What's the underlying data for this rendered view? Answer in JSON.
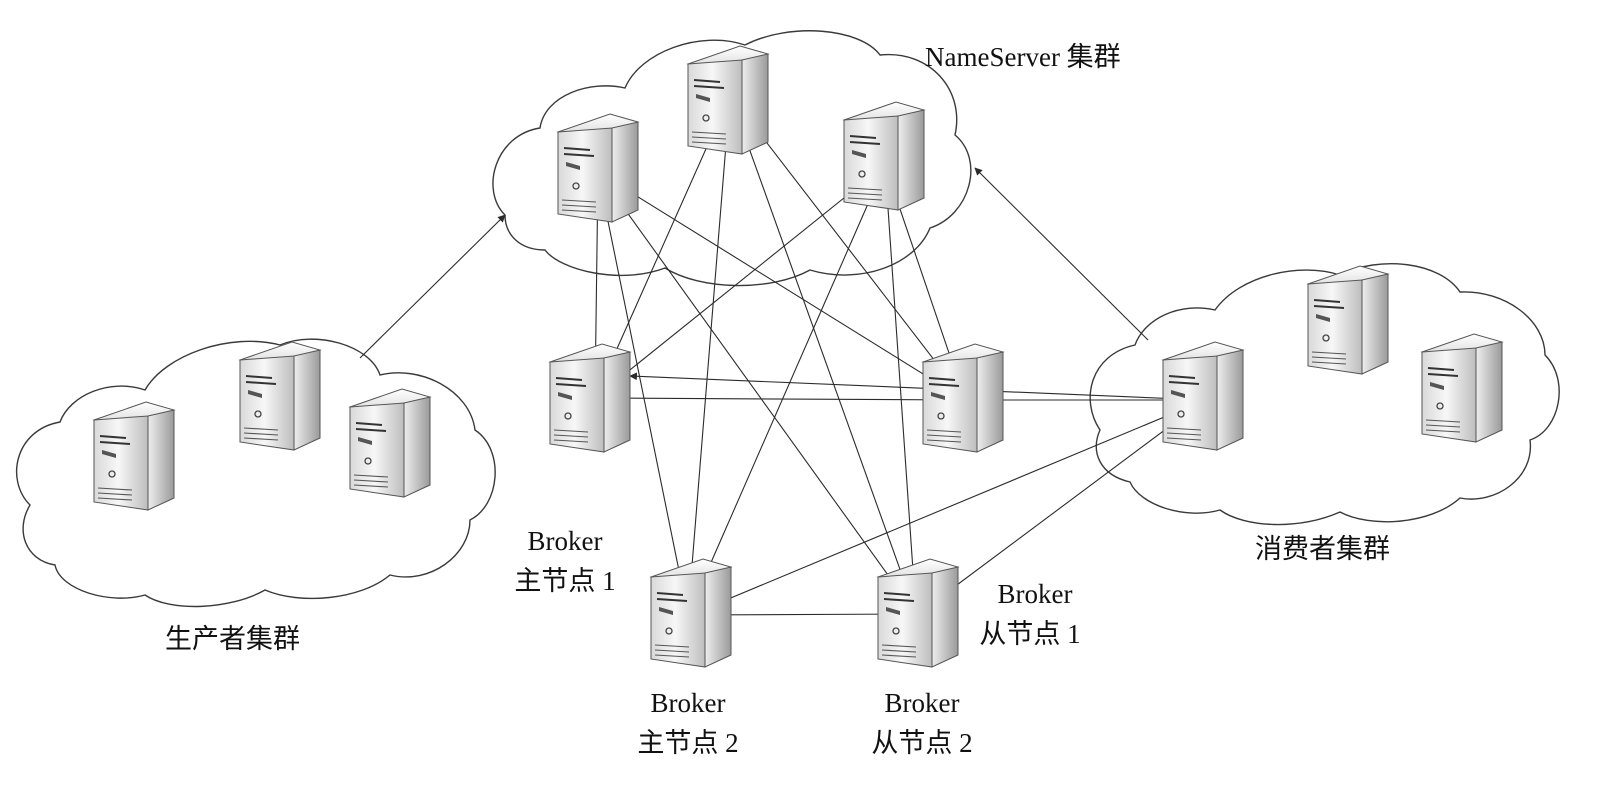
{
  "clusters": {
    "nameserver": {
      "label": "NameServer 集群"
    },
    "producer": {
      "label": "生产者集群"
    },
    "consumer": {
      "label": "消费者集群"
    }
  },
  "brokers": {
    "master1": {
      "line1": "Broker",
      "line2": "主节点 1"
    },
    "master2": {
      "line1": "Broker",
      "line2": "主节点 2"
    },
    "slave1": {
      "line1": "Broker",
      "line2": "从节点 1"
    },
    "slave2": {
      "line1": "Broker",
      "line2": "从节点 2"
    }
  },
  "icons": {
    "server": "server-icon"
  },
  "colors": {
    "line": "#2b2b2b",
    "server_light": "#f4f4f4",
    "server_dark": "#8c8c8c"
  }
}
